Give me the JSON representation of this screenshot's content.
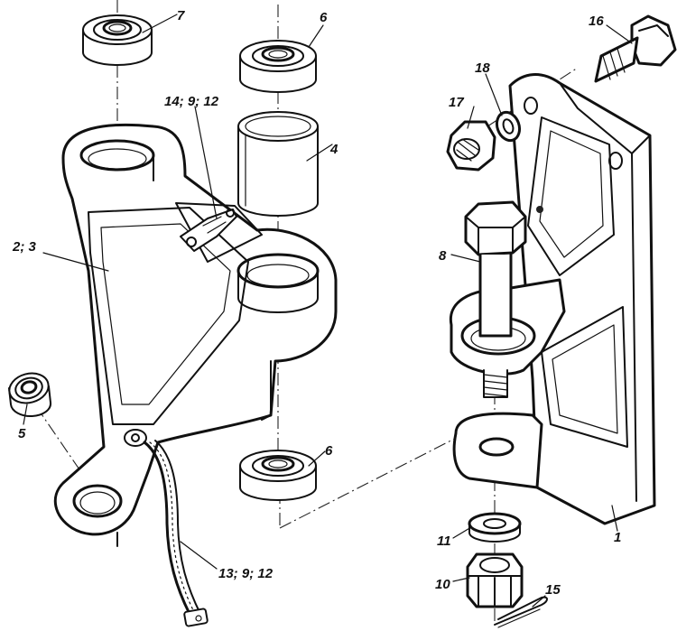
{
  "colors": {
    "ink": "#111111",
    "paper": "#ffffff"
  },
  "labels": {
    "p1": "1",
    "p2_3": "2; 3",
    "p4": "4",
    "p5": "5",
    "p6_top": "6",
    "p6_bottom": "6",
    "p7": "7",
    "p8": "8",
    "p10": "10",
    "p11": "11",
    "p13_9_12": "13; 9; 12",
    "p14_9_12": "14; 9; 12",
    "p15": "15",
    "p16": "16",
    "p17": "17",
    "p18": "18"
  }
}
